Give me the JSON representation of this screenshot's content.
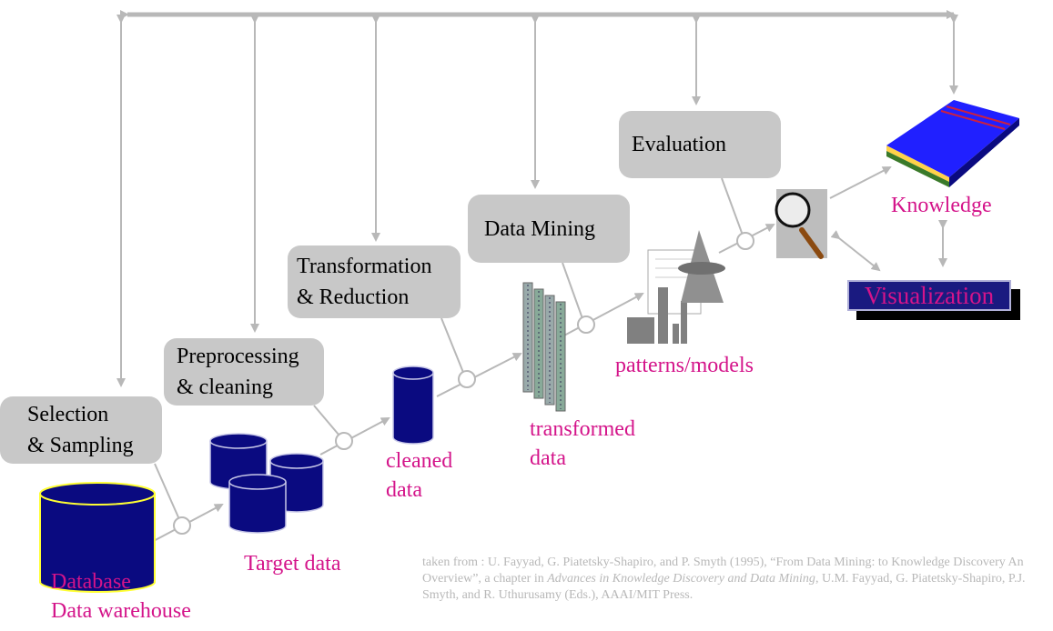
{
  "steps": {
    "selection": [
      "Selection",
      "& Sampling"
    ],
    "preprocessing": [
      "Preprocessing",
      "& cleaning"
    ],
    "transformation": [
      "Transformation",
      "& Reduction"
    ],
    "data_mining": [
      "Data Mining"
    ],
    "evaluation": [
      "Evaluation"
    ]
  },
  "labels": {
    "database": "Database",
    "data_warehouse": "Data warehouse",
    "target_data": "Target data",
    "cleaned_data": [
      "cleaned",
      "data"
    ],
    "transformed_data": [
      "transformed",
      "data"
    ],
    "patterns_models": "patterns/models",
    "knowledge": "Knowledge",
    "visualization": "Visualization"
  },
  "citation": {
    "part1": "taken from :  U. Fayyad, G. Piatetsky-Shapiro, and P. Smyth (1995), “From Data Mining: to Knowledge Discovery An Overview”,  a chapter in ",
    "book": "Advances in Knowledge Discovery and Data Mining",
    "part2": ",  U.M. Fayyad,  G. Piatetsky-Shapiro, P.J. Smyth, and R. Uthurusamy (Eds.), AAAI/MIT Press."
  },
  "colors": {
    "label": "#d4148a",
    "cylinder": "#0a0a80",
    "arrow": "#b8b8b8",
    "step_box": "#c8c8c8"
  },
  "icons": [
    "database-cylinder-icon",
    "magnifier-icon",
    "book-icon",
    "data-sheets-icon",
    "bar-chart-icon"
  ]
}
